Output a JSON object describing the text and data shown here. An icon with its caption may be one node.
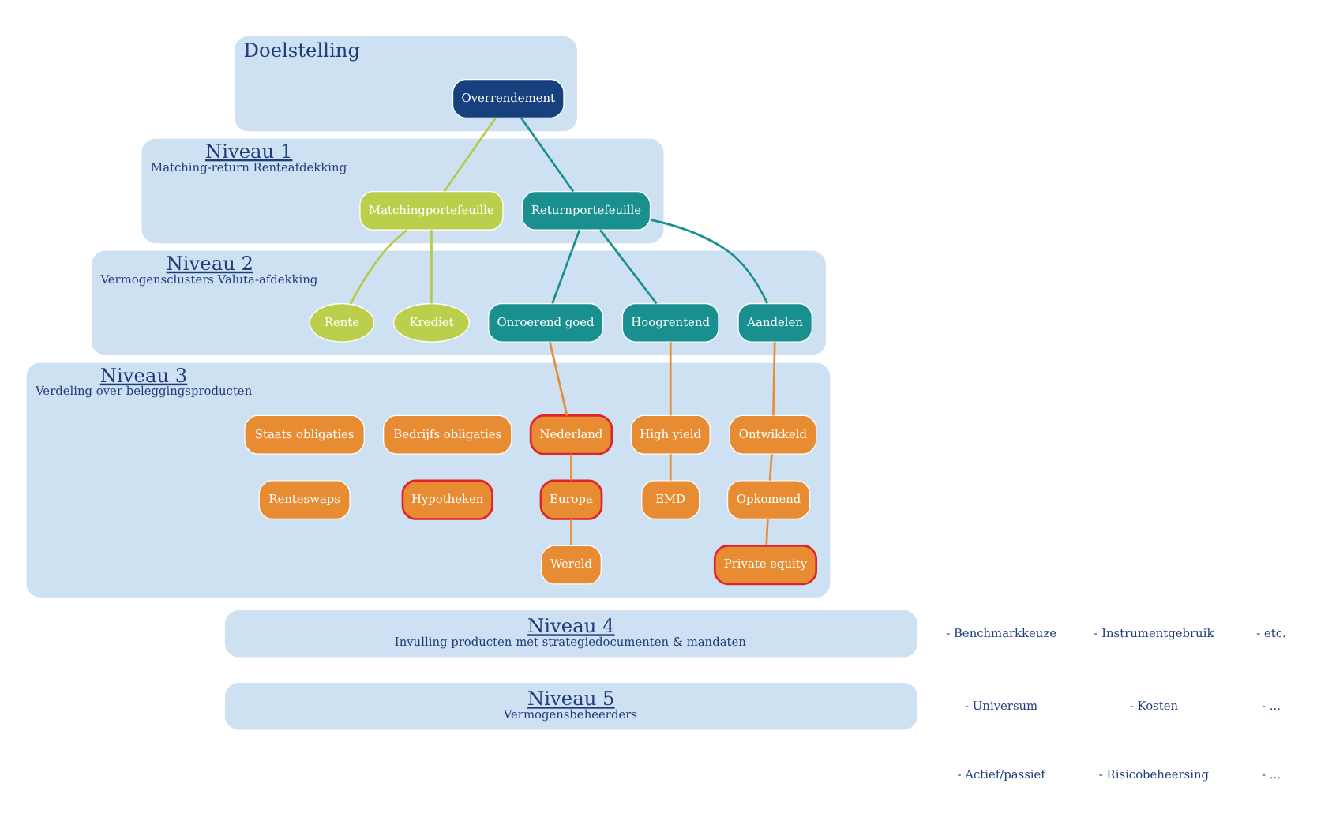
{
  "diagram": {
    "nodes": [
      {
        "text": [
          "Doelstelling"
        ]
      },
      {
        "text": [
          "Overrendement"
        ],
        "in": 0
      },
      {
        "text": [
          "Niveau 1",
          "Matching-return Renteafdekking"
        ]
      },
      {
        "text": [
          "Matchingportefeuille"
        ],
        "in": 2
      },
      {
        "text": [
          "Returnportefeuille"
        ],
        "in": 2
      },
      {
        "text": [
          "Niveau 2",
          "Vermogensclusters Valuta-afdekking"
        ]
      },
      {
        "text": [
          "Rente"
        ],
        "in": 5
      },
      {
        "text": [
          "Krediet"
        ],
        "in": 5
      },
      {
        "text": [
          "Onroerend goed"
        ],
        "in": 5
      },
      {
        "text": [
          "Hoogrentend"
        ],
        "in": 5
      },
      {
        "text": [
          "Aandelen"
        ],
        "in": 5
      },
      {
        "text": [
          "Niveau 3",
          "Verdeling over beleggingsproducten"
        ]
      },
      {
        "text": [
          "Staats obligaties"
        ],
        "in": 11
      },
      {
        "text": [
          "Renteswaps"
        ],
        "in": 11
      },
      {
        "text": [
          "Bedrijfs obligaties"
        ],
        "in": 11
      },
      {
        "text": [
          "Hypotheken"
        ],
        "in": 11
      },
      {
        "text": [
          "Nederland"
        ],
        "in": 11
      },
      {
        "text": [
          "Europa"
        ],
        "in": 11
      },
      {
        "text": [
          "Wereld"
        ],
        "in": 11
      },
      {
        "text": [
          "High yield"
        ],
        "in": 11
      },
      {
        "text": [
          "EMD"
        ],
        "in": 11
      },
      {
        "text": [
          "Ontwikkeld"
        ],
        "in": 11
      },
      {
        "text": [
          "Opkomend"
        ],
        "in": 11
      },
      {
        "text": [
          "Private equity"
        ],
        "in": 11
      },
      {
        "text": [
          "Niveau 4",
          "Invulling producten met strategiedocumenten & mandaten"
        ]
      },
      {
        "text": [
          "Niveau 5",
          "Vermogensbeheerders"
        ]
      }
    ],
    "edges": [
      {
        "from": 1,
        "to": 3,
        "arrow": "none",
        "color": "#b5c94a"
      },
      {
        "from": 1,
        "to": 4,
        "arrow": "none",
        "color": "#1a8f8f"
      },
      {
        "from": 3,
        "to": 6,
        "arrow": "none",
        "color": "#b5c94a"
      },
      {
        "from": 3,
        "to": 7,
        "arrow": "none",
        "color": "#b5c94a"
      },
      {
        "from": 4,
        "to": 8,
        "arrow": "none",
        "color": "#1a8f8f"
      },
      {
        "from": 4,
        "to": 9,
        "arrow": "none",
        "color": "#1a8f8f"
      },
      {
        "from": 4,
        "to": 10,
        "arrow": "none",
        "color": "#1a8f8f"
      },
      {
        "from": 8,
        "to": 16,
        "arrow": "none"
      },
      {
        "from": 16,
        "to": 17,
        "arrow": "none"
      },
      {
        "from": 17,
        "to": 18,
        "arrow": "none"
      },
      {
        "from": 9,
        "to": 19,
        "arrow": "none"
      },
      {
        "from": 19,
        "to": 20,
        "arrow": "none"
      },
      {
        "from": 10,
        "to": 21,
        "arrow": "none"
      },
      {
        "from": 21,
        "to": 22,
        "arrow": "none"
      },
      {
        "from": 22,
        "to": 23,
        "arrow": "none"
      }
    ],
    "labels": [
      "- Benchmarkkeuze",
      "- Universum",
      "- Actief/passief",
      "- Instrumentgebruik",
      "- Kosten",
      "- Risicobeheersing",
      "- etc.",
      "- ...",
      "- ..."
    ]
  }
}
